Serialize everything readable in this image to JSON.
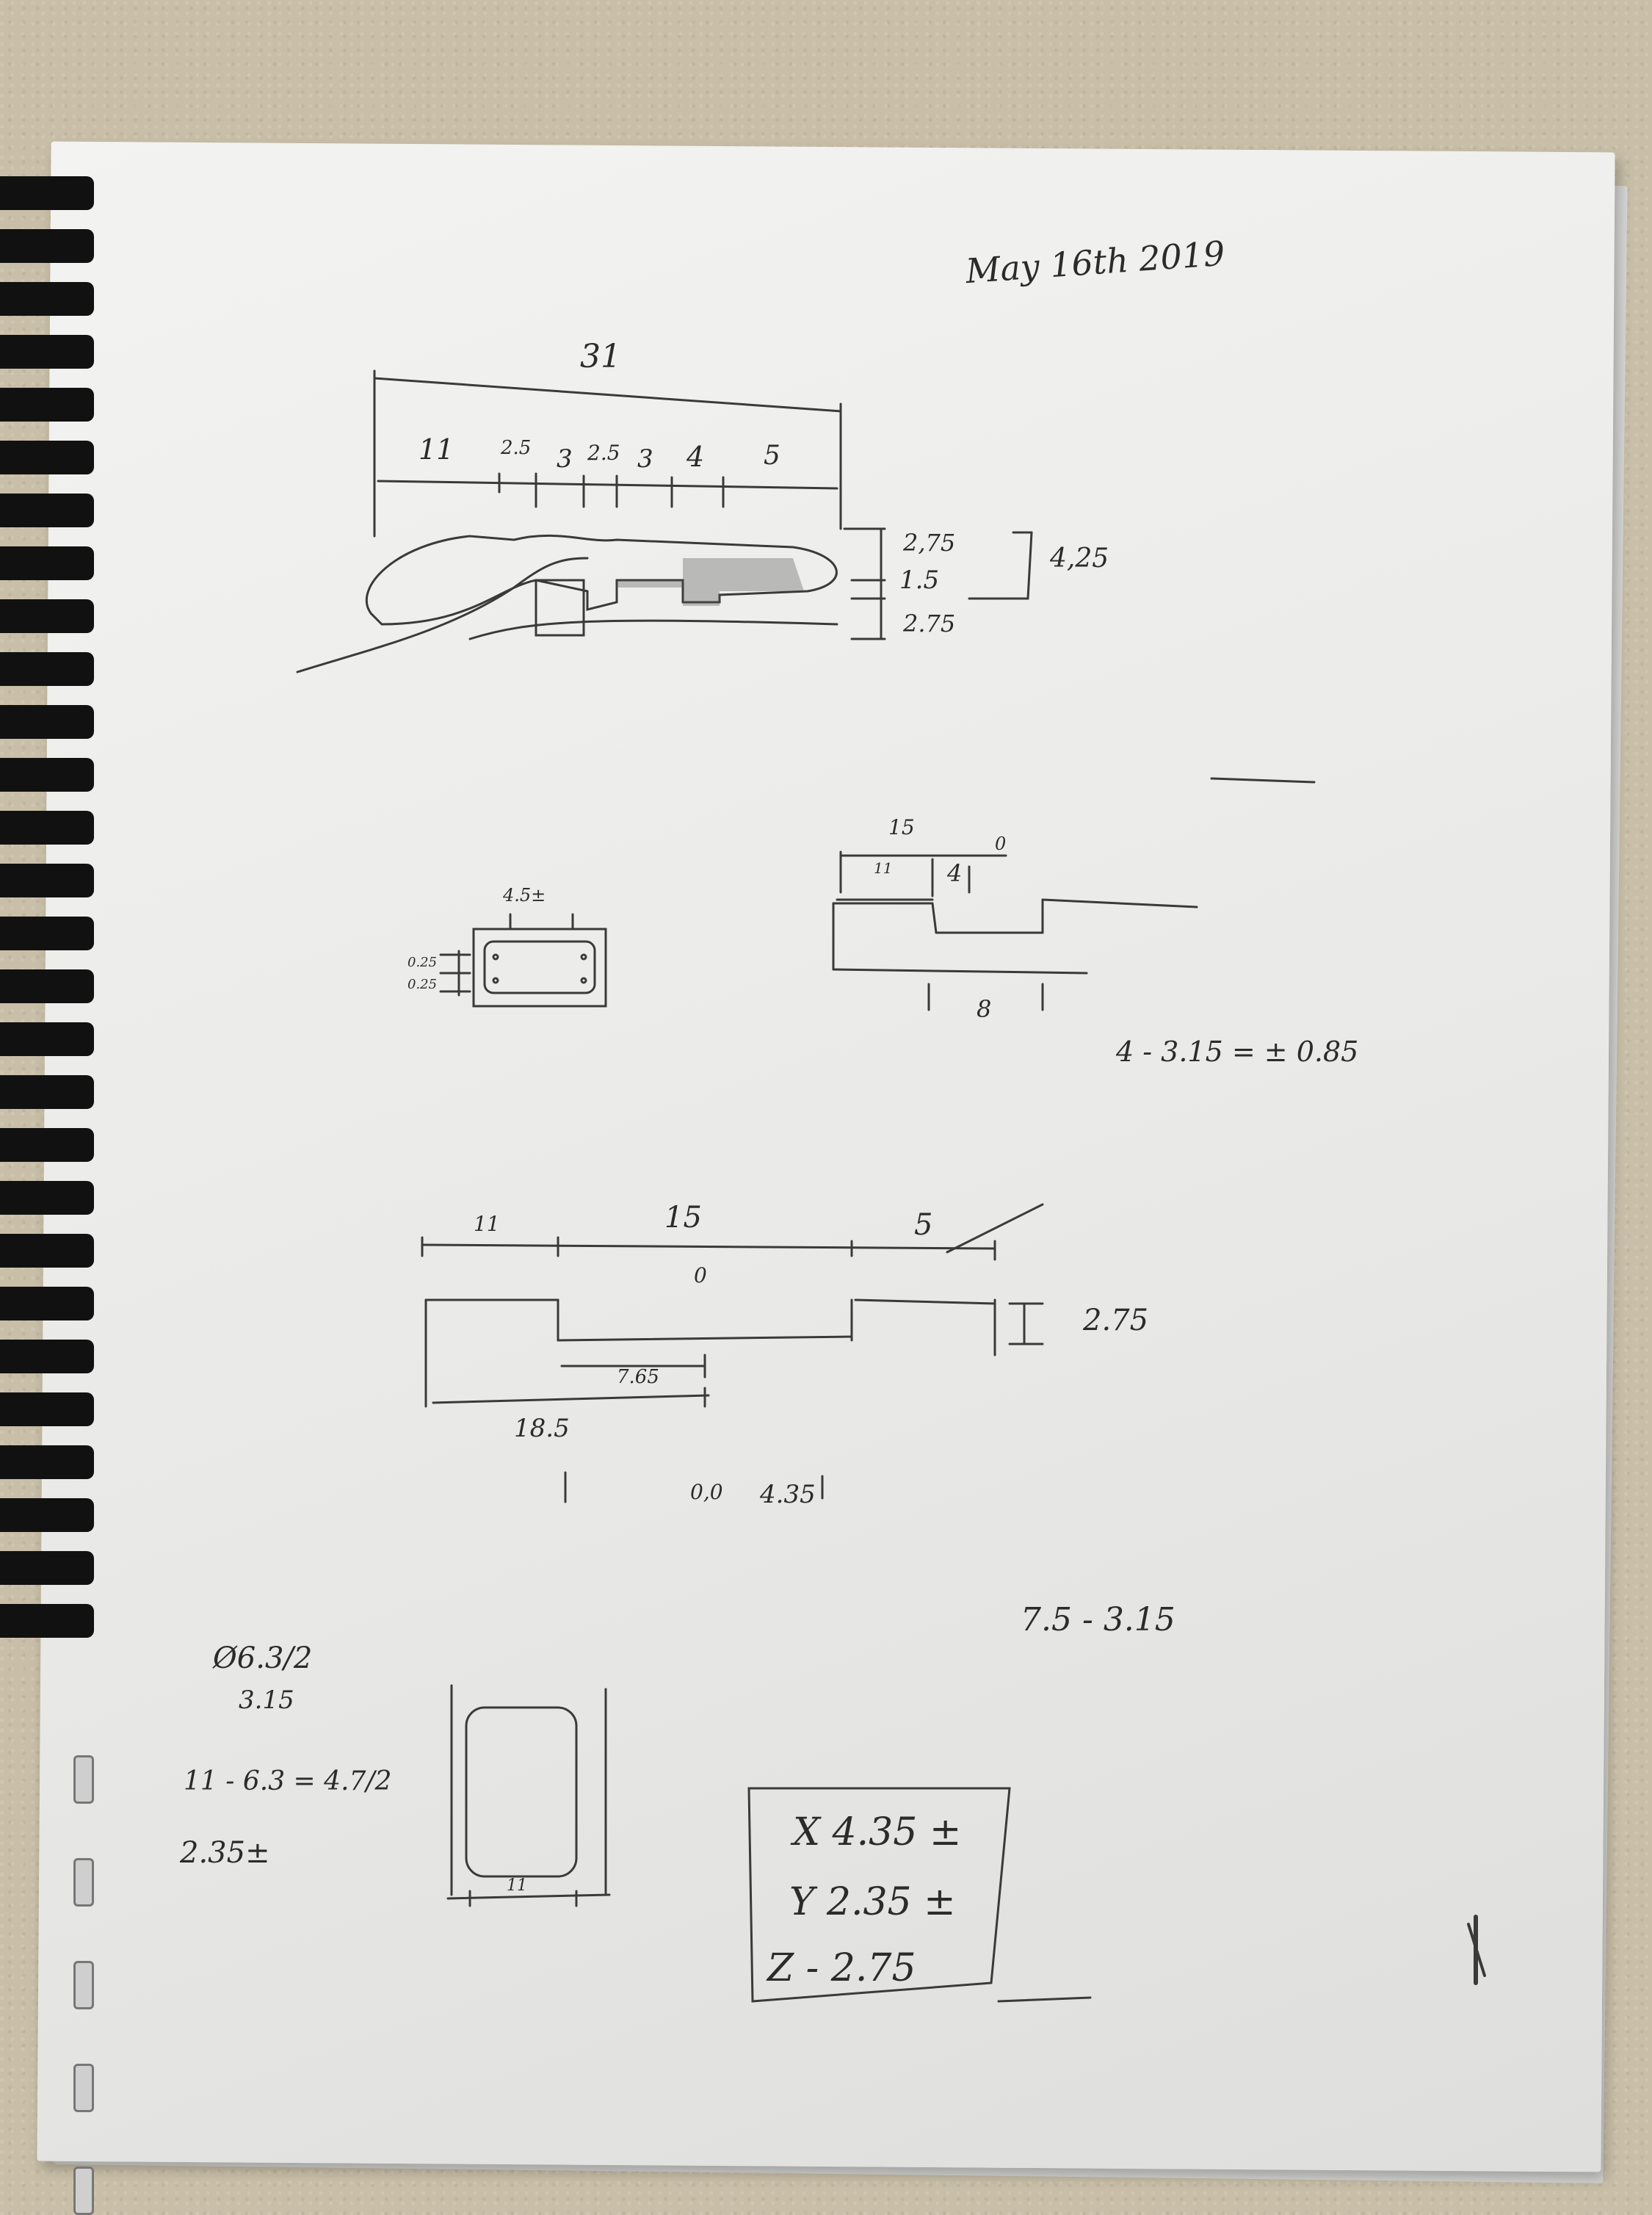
{
  "note": {
    "date": "May 16th 2019",
    "fig1": {
      "overall": "31",
      "segments": [
        "11",
        "2.5",
        "3",
        "2.5",
        "3",
        "4",
        "5"
      ],
      "heights": [
        "2,75",
        "1.5",
        "2.75"
      ],
      "total_height": "4,25"
    },
    "fig2": {
      "width": "4.5±",
      "offsets": [
        "0.25",
        "0.25"
      ]
    },
    "fig3": {
      "top": "15",
      "left": "11",
      "mid": "4",
      "zero": "0",
      "bottom": "8",
      "calc": "4 - 3.15 = ± 0.85"
    },
    "fig4": {
      "left": "11",
      "middle": "15",
      "right": "5",
      "height": "2.75",
      "inner": "7.65",
      "bottom": "18.5",
      "zero": "0",
      "origin": "0,0",
      "x_value": "4.35"
    },
    "calc_left": {
      "line1": "Ø6.3/2",
      "line2": "3.15",
      "line3": "11 - 6.3 = 4.7/2",
      "line4": "2.35±"
    },
    "calc_right": "7.5 - 3.15",
    "fig5_width": "11",
    "box": {
      "x": "X 4.35 ±",
      "y": "Y 2.35 ±",
      "z": "Z - 2.75"
    }
  }
}
